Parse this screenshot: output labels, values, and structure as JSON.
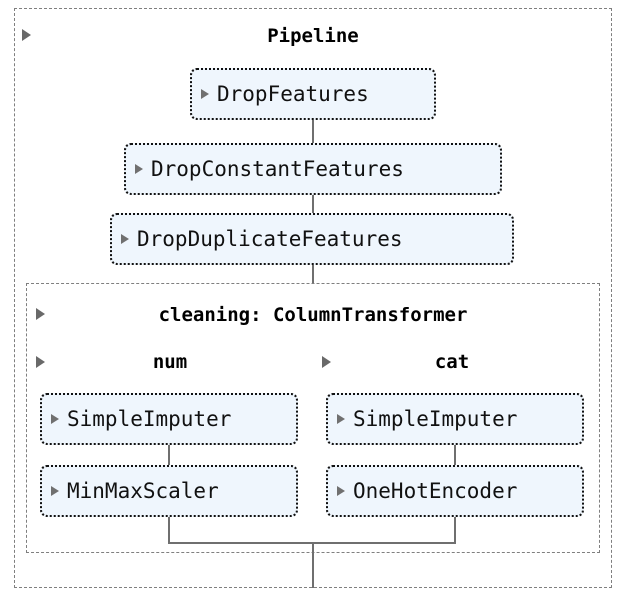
{
  "diagram": {
    "type": "sklearn-pipeline-repr",
    "root_label": "Pipeline",
    "colors": {
      "estimator_fill": "#eff6fd",
      "estimator_border": "#111111",
      "container_border": "#7f7f7f",
      "connector": "#6f6f6f",
      "triangle": "#696969",
      "text": "#000000",
      "background": "#ffffff"
    }
  },
  "pipeline": {
    "label": "Pipeline",
    "toggle_icon": "triangle-right-icon",
    "steps": [
      {
        "label": "DropFeatures",
        "toggle_icon": "triangle-right-icon"
      },
      {
        "label": "DropConstantFeatures",
        "toggle_icon": "triangle-right-icon"
      },
      {
        "label": "DropDuplicateFeatures",
        "toggle_icon": "triangle-right-icon"
      }
    ]
  },
  "column_transformer": {
    "label": "cleaning: ColumnTransformer",
    "toggle_icon": "triangle-right-icon",
    "branches": [
      {
        "name": "num",
        "toggle_icon": "triangle-right-icon",
        "steps": [
          {
            "label": "SimpleImputer",
            "toggle_icon": "triangle-right-icon"
          },
          {
            "label": "MinMaxScaler",
            "toggle_icon": "triangle-right-icon"
          }
        ]
      },
      {
        "name": "cat",
        "toggle_icon": "triangle-right-icon",
        "steps": [
          {
            "label": "SimpleImputer",
            "toggle_icon": "triangle-right-icon"
          },
          {
            "label": "OneHotEncoder",
            "toggle_icon": "triangle-right-icon"
          }
        ]
      }
    ]
  }
}
